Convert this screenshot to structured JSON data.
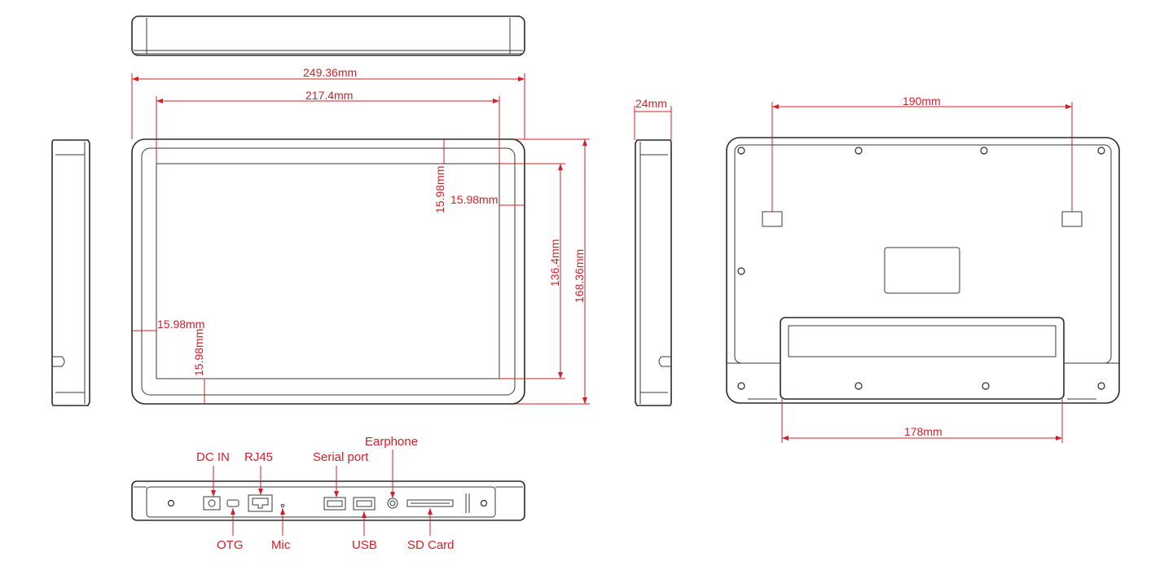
{
  "dimensions": {
    "overall_width": "249.36mm",
    "screen_width": "217.4mm",
    "bezel_top": "15.98mm",
    "bezel_right": "15.98mm",
    "bezel_left": "15.98mm",
    "bezel_bottom": "15.98mm",
    "screen_height": "136.4mm",
    "overall_height": "168.36mm",
    "depth": "24mm",
    "mount_spacing": "190mm",
    "stand_width": "178mm"
  },
  "ports": {
    "dc_in": "DC IN",
    "rj45": "RJ45",
    "serial_port": "Serial port",
    "earphone": "Earphone",
    "otg": "OTG",
    "mic": "Mic",
    "usb": "USB",
    "sd_card": "SD Card"
  },
  "colors": {
    "annotation": "#d0202a",
    "outline": "#2a2a2a"
  }
}
